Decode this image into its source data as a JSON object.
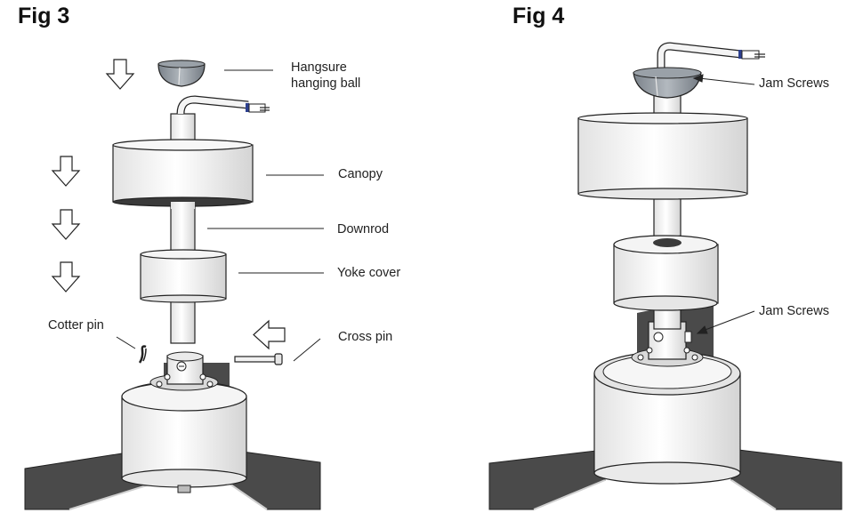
{
  "figures": [
    {
      "title": "Fig 3",
      "labels": {
        "hanging_ball": [
          "Hangsure",
          "hanging ball"
        ],
        "canopy": "Canopy",
        "downrod": "Downrod",
        "yoke_cover": "Yoke cover",
        "cotter_pin": "Cotter pin",
        "cross_pin": "Cross pin"
      }
    },
    {
      "title": "Fig 4",
      "labels": {
        "jam_screws_top": "Jam Screws",
        "jam_screws_bottom": "Jam Screws"
      }
    }
  ],
  "colors": {
    "outline": "#222222",
    "part_fill": "#f6f6f6",
    "part_shade": "#d9d9d9",
    "blade_fill": "#4a4a4a",
    "ball_fill": "#8f969d",
    "wire_tip": "#2c3f8f"
  }
}
